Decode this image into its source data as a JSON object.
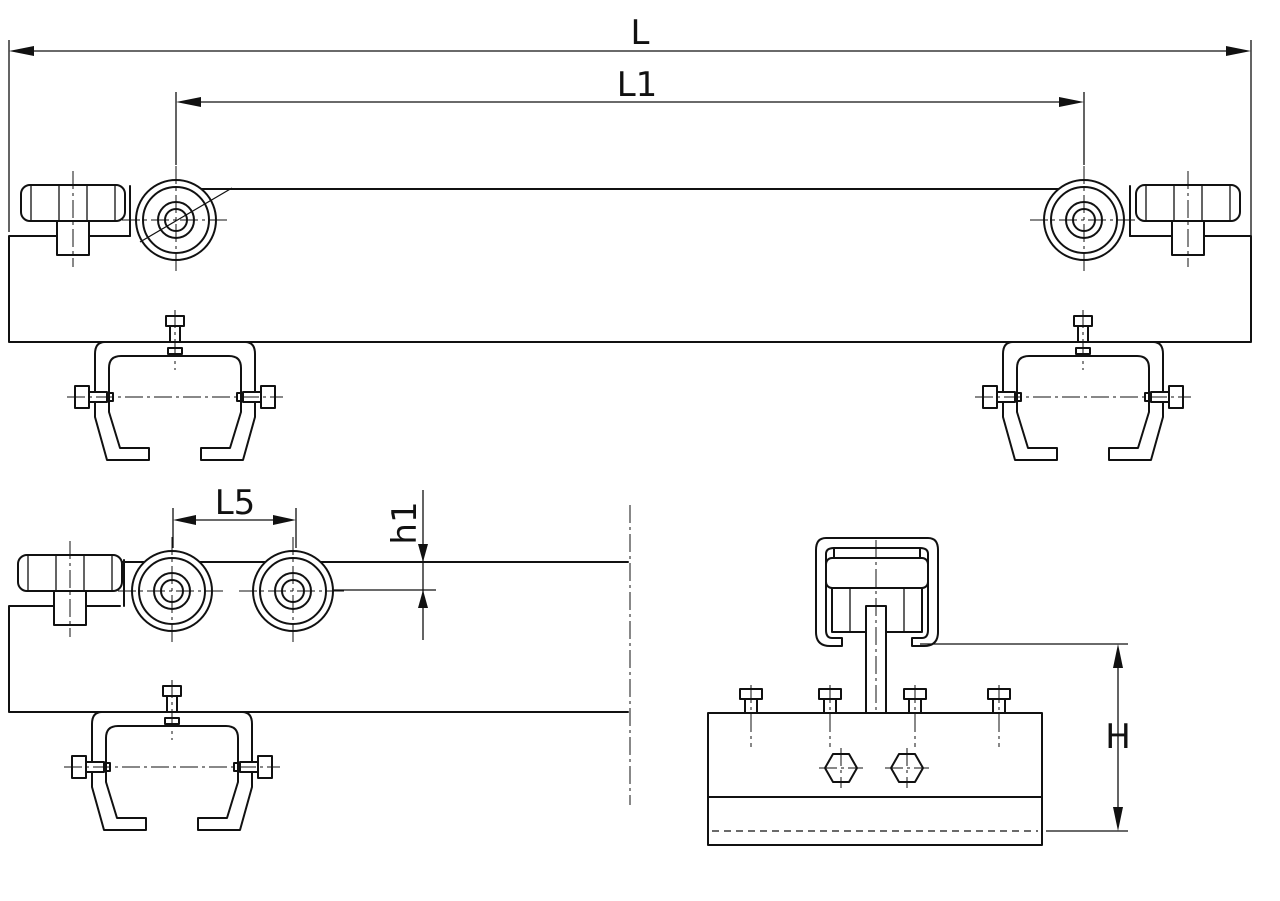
{
  "dimensions": {
    "L": "L",
    "L1": "L1",
    "L5": "L5",
    "h1": "h1",
    "H": "H"
  },
  "colors": {
    "line": "#111111",
    "background": "#ffffff"
  }
}
